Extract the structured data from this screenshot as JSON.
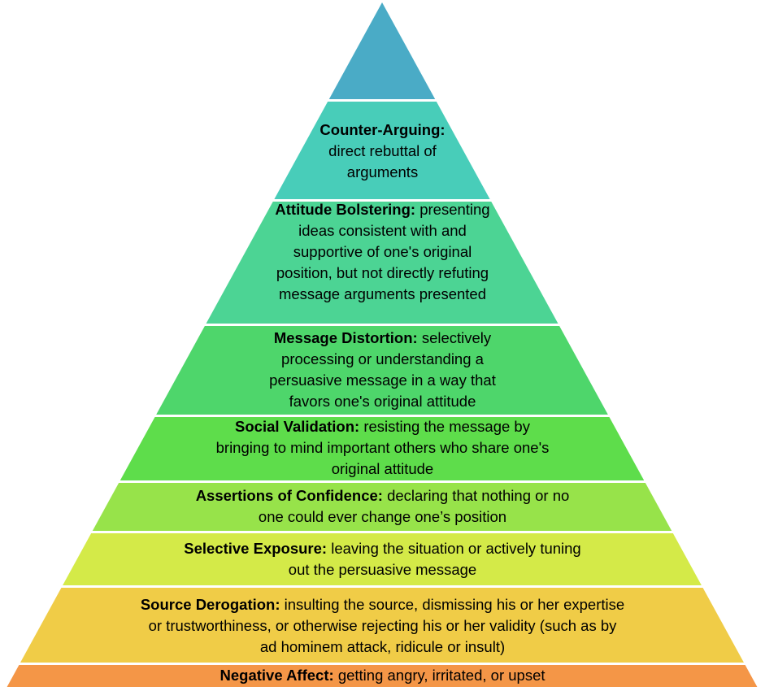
{
  "levels": [
    {
      "term": "",
      "desc": "",
      "color": "#4aabc6"
    },
    {
      "term": "Counter-Arguing",
      "desc": "direct rebuttal of arguments",
      "color": "#48cdb9"
    },
    {
      "term": "Attitude Bolstering",
      "desc": "presenting ideas consistent with and supportive of one's original position, but not directly refuting message arguments presented",
      "color": "#4cd494"
    },
    {
      "term": "Message Distortion",
      "desc": "selectively processing or understanding a persuasive message in a way that favors one's original attitude",
      "color": "#4ed66b"
    },
    {
      "term": "Social Validation",
      "desc": "resisting the message by bringing to mind important others who share one's original attitude",
      "color": "#5edd4b"
    },
    {
      "term": "Assertions of Confidence",
      "desc": "declaring that nothing or no one could ever change one’s position",
      "color": "#97e34a"
    },
    {
      "term": "Selective Exposure",
      "desc": "leaving the situation or actively tuning out the persuasive message",
      "color": "#d4ea48"
    },
    {
      "term": "Source Derogation",
      "desc": "insulting the source, dismissing his or her expertise or trustworthiness, or otherwise rejecting his or her validity (such as by ad hominem attack, ridicule or insult)",
      "color": "#f0cc47"
    },
    {
      "term": "Negative Affect",
      "desc": "getting angry, irritated, or upset",
      "color": "#f49647"
    }
  ]
}
